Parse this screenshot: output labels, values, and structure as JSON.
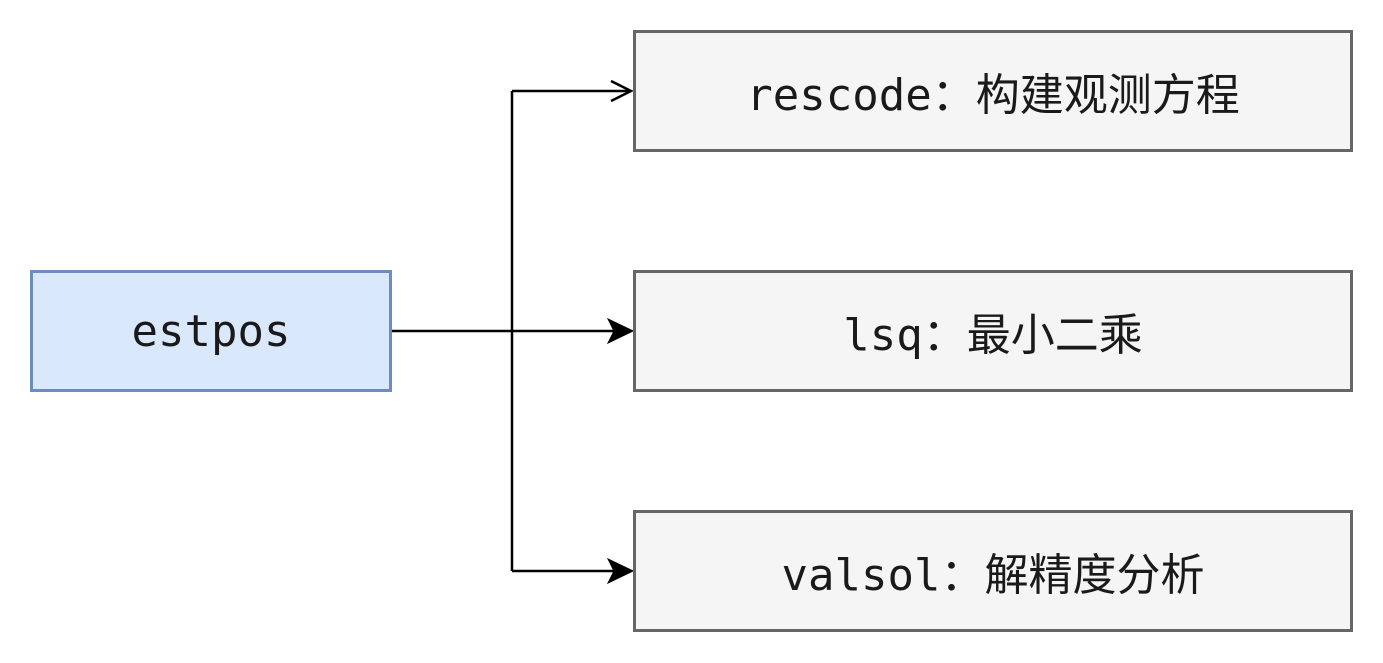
{
  "diagram": {
    "source": {
      "label": "estpos"
    },
    "targets": [
      {
        "id": "rescode",
        "label": "rescode：构建观测方程"
      },
      {
        "id": "lsq",
        "label": "lsq：最小二乘"
      },
      {
        "id": "valsol",
        "label": "valsol：解精度分析"
      }
    ],
    "edges": [
      {
        "from": "estpos",
        "to": "rescode",
        "arrow": "open"
      },
      {
        "from": "estpos",
        "to": "lsq",
        "arrow": "filled"
      },
      {
        "from": "estpos",
        "to": "valsol",
        "arrow": "filled"
      }
    ],
    "colors": {
      "source_fill": "#dae8fc",
      "source_stroke": "#6c8ebf",
      "target_fill": "#f5f5f5",
      "target_stroke": "#666666",
      "edge": "#000000"
    }
  }
}
